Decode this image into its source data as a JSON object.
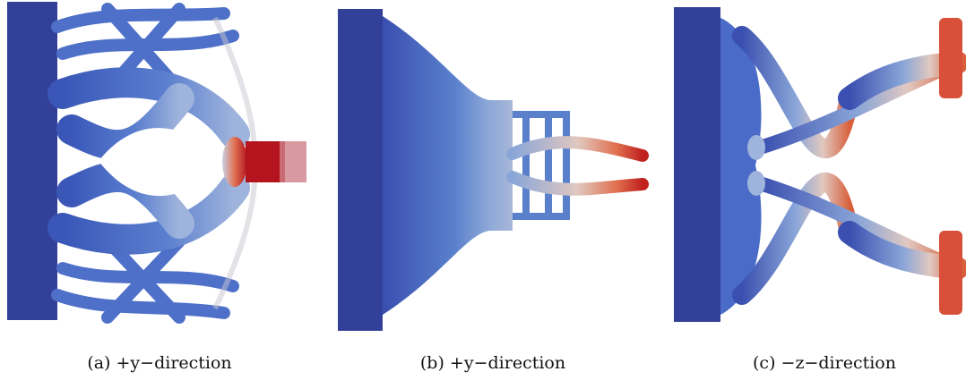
{
  "captions": {
    "a": "(a) +y−direction",
    "b": "(b) +y−direction",
    "c": "(c) −z−direction"
  },
  "colors": {
    "base": "#32409a",
    "low": "#4a6bc8",
    "mid": "#8aa6d8",
    "neutral": "#dcd8d4",
    "high": "#d8603c",
    "peak": "#b4141e"
  }
}
